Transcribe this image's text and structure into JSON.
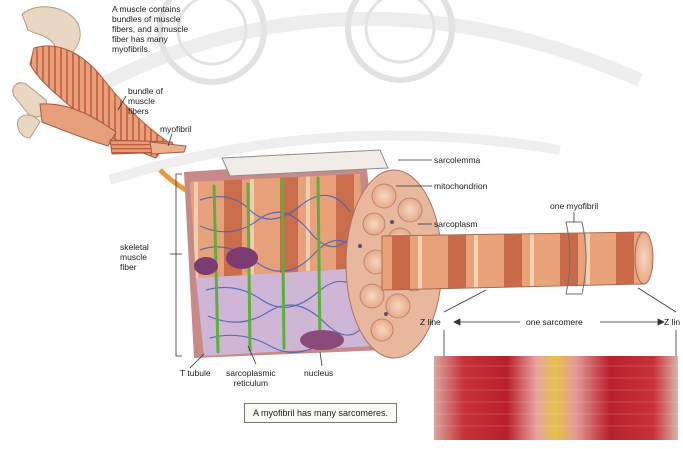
{
  "intro_text": "A muscle contains\nbundles of muscle\nfibers, and a muscle\nfiber has many\nmyofibrils.",
  "labels": {
    "bundle": "bundle of\nmuscle\nfibers",
    "myofibril": "myofibril",
    "sarcolemma": "sarcolemma",
    "mitochondrion": "mitochondrion",
    "sarcoplasm": "sarcoplasm",
    "one_myofibril": "one myofibril",
    "skeletal_fiber": "skeletal\nmuscle\nfiber",
    "z_line_left": "Z line",
    "one_sarcomere": "one sarcomere",
    "z_line_right": "Z lin",
    "t_tubule": "T tubule",
    "sarcoplasmic_reticulum": "sarcoplasmic\nreticulum",
    "nucleus": "nucleus"
  },
  "caption": "A myofibril has many sarcomeres.",
  "colors": {
    "muscle_pink": "#d98f6e",
    "fiber_orange": "#e0936a",
    "sarcomere_red": "#c4262e",
    "reticulum_blue": "#5a6fb0",
    "t_tubule_green": "#5fae3c",
    "nucleus_purple": "#8a4a7a",
    "watermark": "#d8d8d8"
  }
}
